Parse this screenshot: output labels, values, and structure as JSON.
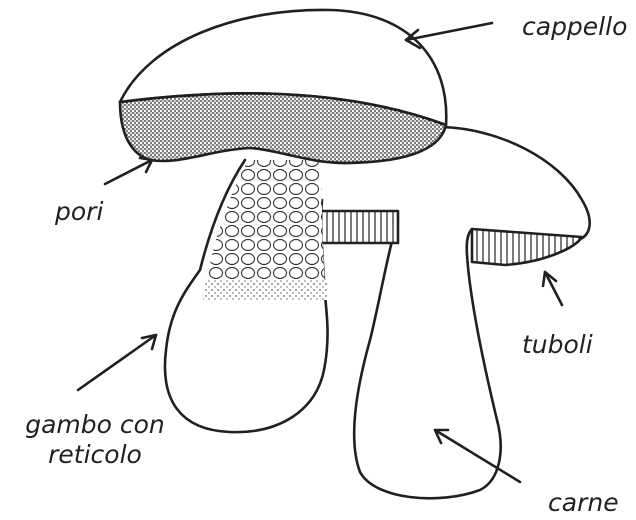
{
  "labels": {
    "cappello": "cappello",
    "pori": "pori",
    "tuboli": "tuboli",
    "gambo_line1": "gambo con",
    "gambo_line2": "reticolo",
    "carne": "carne"
  },
  "colors": {
    "ink": "#231f20",
    "background": "#ffffff"
  }
}
